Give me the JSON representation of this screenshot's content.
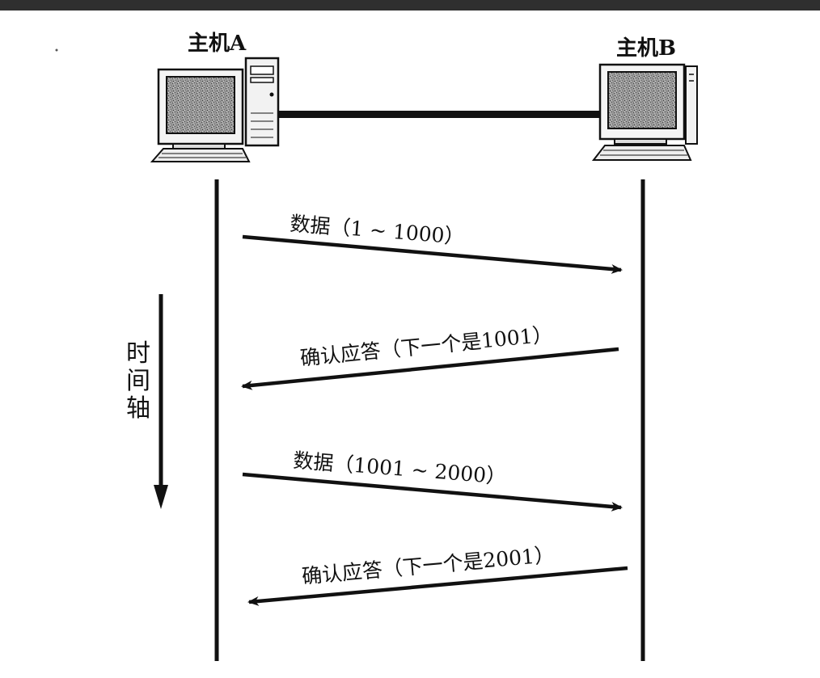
{
  "hosts": {
    "a": {
      "label": "主机A",
      "icon": "desktop-computer-icon"
    },
    "b": {
      "label": "主机B",
      "icon": "desktop-computer-icon"
    }
  },
  "time_axis": {
    "label_chars": [
      "时",
      "间",
      "轴"
    ],
    "direction": "down"
  },
  "messages": [
    {
      "direction": "a-to-b",
      "label": "数据（1 ~ 1000）"
    },
    {
      "direction": "b-to-a",
      "label": "确认应答（下一个是1001）"
    },
    {
      "direction": "a-to-b",
      "label": "数据（1001 ~ 2000）"
    },
    {
      "direction": "b-to-a",
      "label": "确认应答（下一个是2001）"
    }
  ],
  "colors": {
    "line": "#111111",
    "screen": "#8a8a8a",
    "case": "#f2f2f2",
    "top_bar": "#2f2f2f"
  }
}
